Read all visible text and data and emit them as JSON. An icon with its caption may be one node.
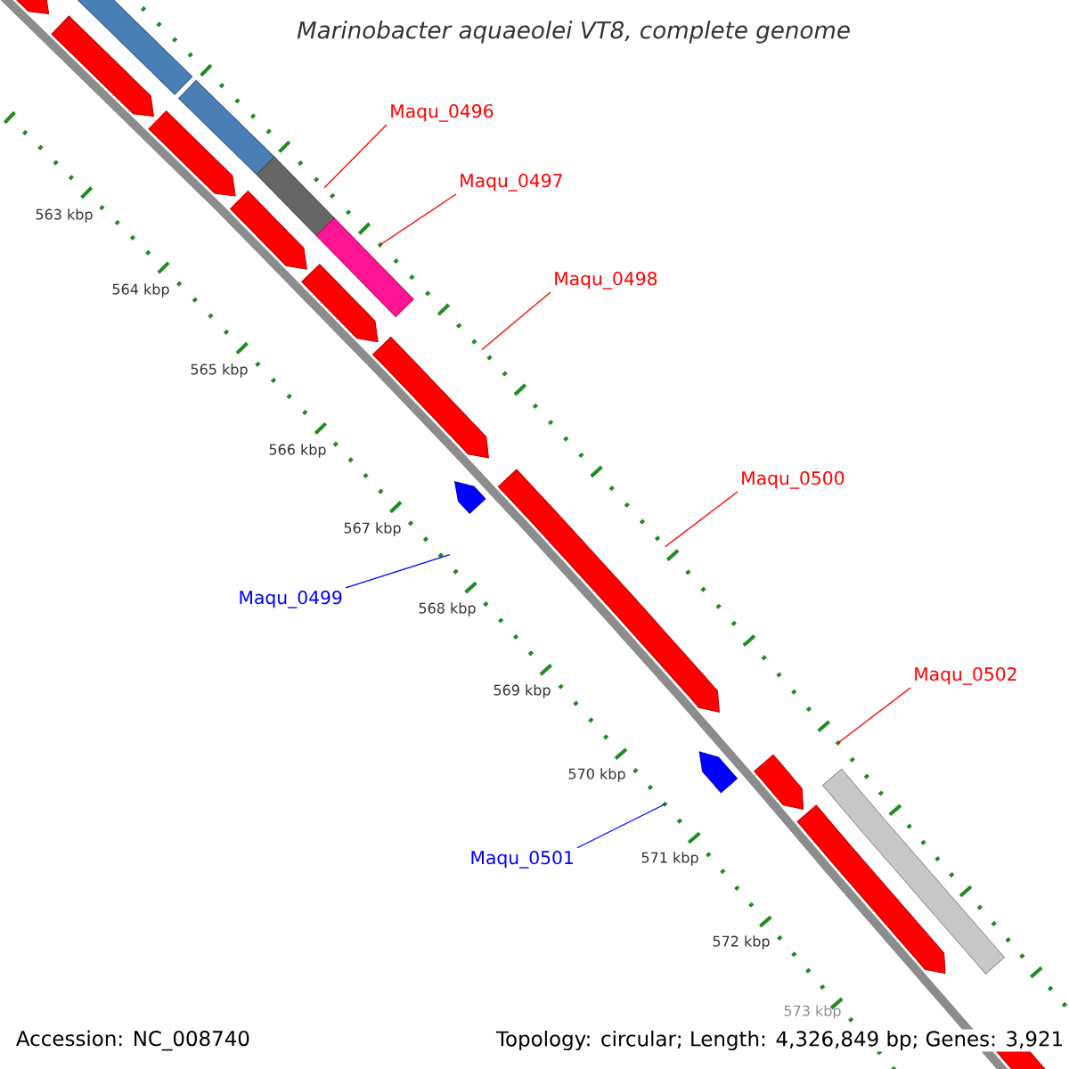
{
  "diagram": {
    "title": "Marinobacter aquaeolei VT8, complete genome",
    "nodes": [
      {
        "text": [
          "Maqu_0496"
        ]
      },
      {
        "text": [
          "Maqu_0497"
        ]
      },
      {
        "text": [
          "Maqu_0498"
        ]
      },
      {
        "text": [
          "Maqu_0500"
        ]
      },
      {
        "text": [
          "Maqu_0499"
        ]
      },
      {
        "text": [
          "Maqu_0502"
        ]
      },
      {
        "text": [
          "Maqu_0501"
        ]
      }
    ],
    "edges": [
      {
        "from": 0,
        "to": null,
        "arrow": "none"
      },
      {
        "from": 1,
        "to": null,
        "arrow": "none"
      },
      {
        "from": 2,
        "to": null,
        "arrow": "none"
      },
      {
        "from": 3,
        "to": null,
        "arrow": "none"
      },
      {
        "from": 4,
        "to": null,
        "arrow": "none",
        "color": "#0000ff"
      },
      {
        "from": 5,
        "to": null,
        "arrow": "none"
      },
      {
        "from": 6,
        "to": null,
        "arrow": "none",
        "color": "#0000ff"
      }
    ],
    "labels": [
      "563 kbp",
      "564 kbp",
      "565 kbp",
      "566 kbp",
      "567 kbp",
      "568 kbp",
      "569 kbp",
      "570 kbp",
      "571 kbp",
      "572 kbp",
      "573 kbp",
      "Accession: NC_008740",
      "Topology: circular; Length: 4,326,849 bp; Genes: 3,921"
    ]
  }
}
